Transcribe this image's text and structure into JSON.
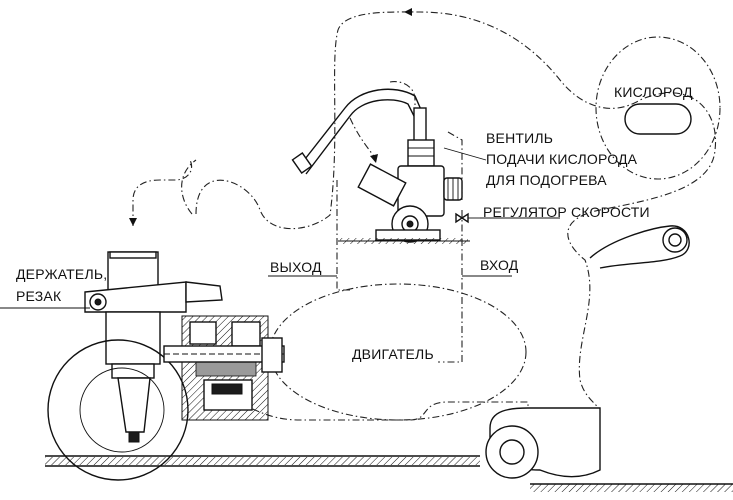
{
  "labels": {
    "oxygen": "КИСЛОРОД",
    "valve_line1": "ВЕНТИЛЬ",
    "valve_line2": "ПОДАЧИ КИСЛОРОДА",
    "valve_line3": "ДЛЯ ПОДОГРЕВА",
    "speed_regulator": "РЕГУЛЯТОР СКОРОСТИ",
    "holder_line1": "ДЕРЖАТЕЛЬ,",
    "holder_line2": "РЕЗАК",
    "outlet": "ВЫХОД",
    "inlet": "ВХОД",
    "engine": "ДВИГАТЕЛЬ"
  },
  "colors": {
    "line": "#111111",
    "background": "#ffffff"
  }
}
